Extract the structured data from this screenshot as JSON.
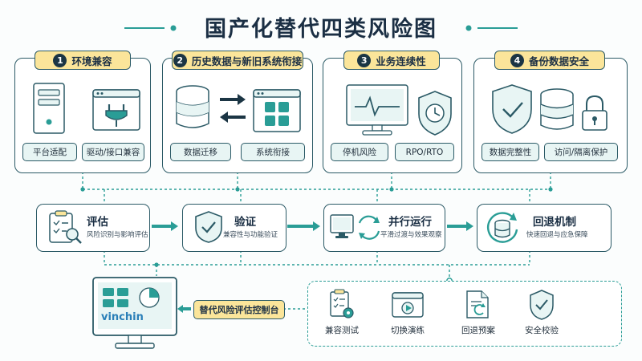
{
  "title": "国产化替代四类风险图",
  "risks": [
    {
      "num": "1",
      "title": "环境兼容",
      "labels": [
        "平台适配",
        "驱动/接口兼容"
      ]
    },
    {
      "num": "2",
      "title": "历史数据与新旧系统衔接",
      "labels": [
        "数据迁移",
        "系统衔接"
      ]
    },
    {
      "num": "3",
      "title": "业务连续性",
      "labels": [
        "停机风险",
        "RPO/RTO"
      ]
    },
    {
      "num": "4",
      "title": "备份数据安全",
      "labels": [
        "数据完整性",
        "访问/隔离保护"
      ]
    }
  ],
  "steps": [
    {
      "title": "评估",
      "subtitle": "风险识别与影响评估"
    },
    {
      "title": "验证",
      "subtitle": "兼容性与功能验证"
    },
    {
      "title": "并行运行",
      "subtitle": "平滑过渡与效果观察"
    },
    {
      "title": "回退机制",
      "subtitle": "快速回退与应急保障"
    }
  ],
  "console": {
    "brand": "vinchin",
    "label": "替代风险评估控制台"
  },
  "tools": [
    "兼容测试",
    "切换演练",
    "回退预案",
    "安全校验"
  ],
  "colors": {
    "accent": "#2a9d96",
    "dark": "#1b3544",
    "highlight": "#fbe59a",
    "light": "#e8f5f4"
  }
}
